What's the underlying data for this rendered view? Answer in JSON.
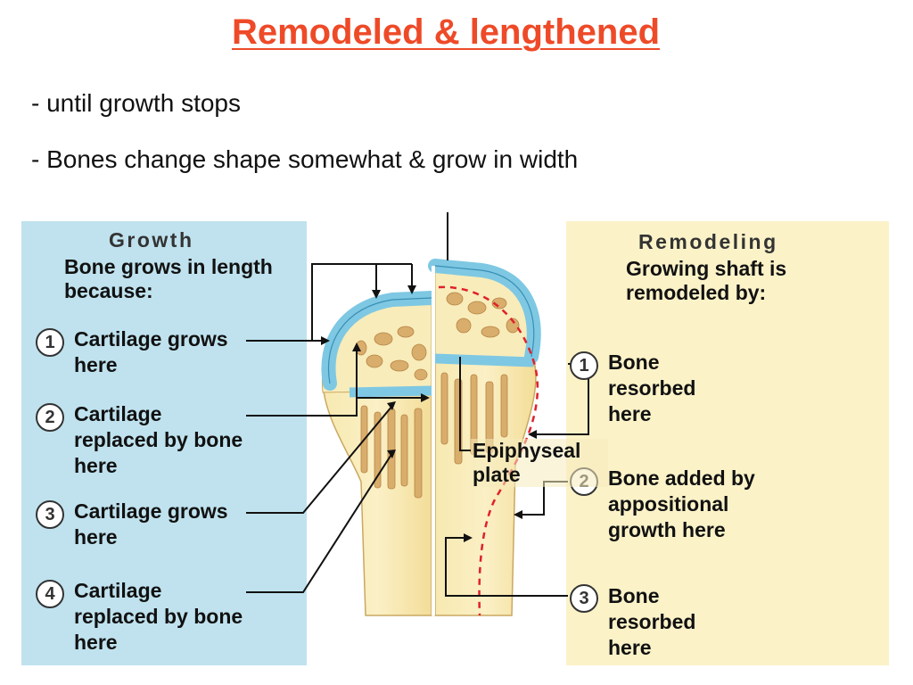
{
  "title": "Remodeled & lengthened",
  "bullets": [
    "- until growth stops",
    "- Bones change shape somewhat & grow in width"
  ],
  "growth": {
    "heading": "Growth",
    "subheading": "Bone grows in length because:",
    "steps": [
      {
        "num": "1",
        "text": "Cartilage grows here"
      },
      {
        "num": "2",
        "text": "Cartilage replaced by bone here"
      },
      {
        "num": "3",
        "text": "Cartilage grows here"
      },
      {
        "num": "4",
        "text": "Cartilage replaced by bone here"
      }
    ]
  },
  "remodeling": {
    "heading": "Remodeling",
    "subheading": "Growing shaft is remodeled by:",
    "steps": [
      {
        "num": "1",
        "text": "Bone resorbed here"
      },
      {
        "num": "2",
        "text": "Bone added by appositional growth here"
      },
      {
        "num": "3",
        "text": "Bone resorbed here"
      }
    ]
  },
  "center_label": "Epiphyseal plate",
  "colors": {
    "title": "#ee4a28",
    "growth_panel": "#bfe2ee",
    "remodeling_panel": "#fbf2c8",
    "cartilage": "#7ec8e3",
    "bone": "#f5e6a8",
    "spongy_bone": "#d9ad6c",
    "resorption_line": "#e0212a"
  }
}
